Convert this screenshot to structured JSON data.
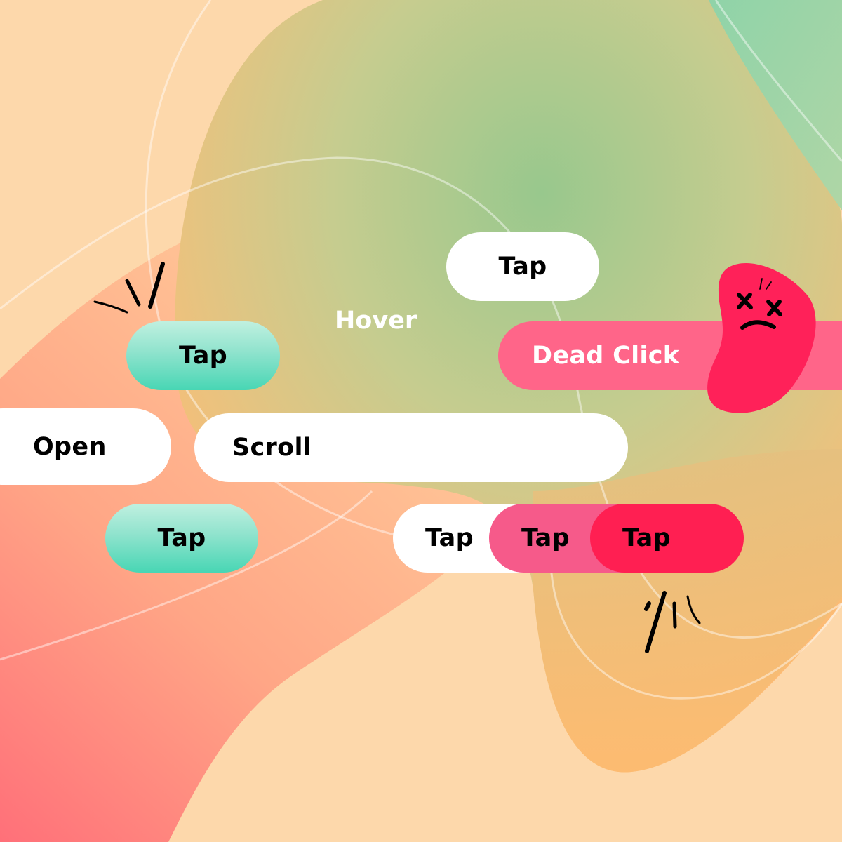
{
  "scene": {
    "colors": {
      "peach_bg": "#fdd8ab",
      "orange_blob": "#fdbc70",
      "green_blob": "#9cc98e",
      "teal_corner": "#8fd3a8",
      "coral_bottom_left": "#ff7479",
      "mint_button_top": "#c0f0e0",
      "mint_button_bottom": "#48d6b4",
      "dead_click_pink": "#ff6589",
      "tap_pink": "#f65a8a",
      "tap_red": "#ff1f52",
      "bug_red": "#ff2159",
      "white": "#ffffff",
      "ink": "#000000"
    }
  },
  "labels": {
    "tap_top_white": "Tap",
    "hover": "Hover",
    "tap_mint_upper": "Tap",
    "dead_click": "Dead Click",
    "open": "Open",
    "scroll": "Scroll",
    "tap_mint_lower": "Tap",
    "tap_row_white": "Tap",
    "tap_row_pink": "Tap",
    "tap_row_red": "Tap"
  },
  "icons": {
    "dead_bug": "dizzy-frowning-blob-icon",
    "burst_upper_left": "click-burst-icon",
    "burst_lower_right": "click-burst-icon"
  }
}
